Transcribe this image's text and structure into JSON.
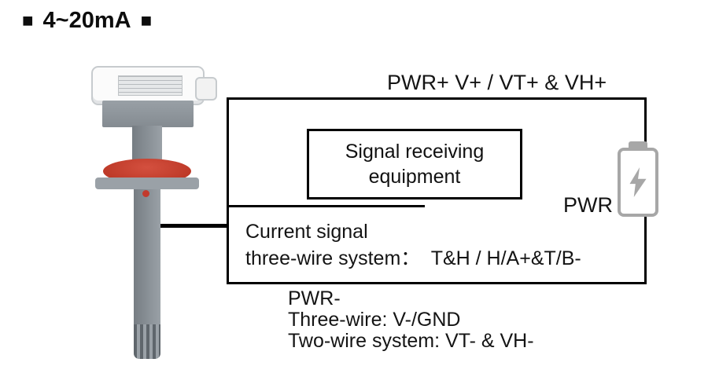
{
  "title": {
    "square": "■",
    "text": "4~20mA"
  },
  "wiring": {
    "top_wire_label": "PWR+ V+ / VT+ & VH+",
    "receiver": {
      "line1": "Signal receiving",
      "line2": "equipment"
    },
    "pwr_label": "PWR",
    "current_signal": {
      "line1": "Current signal",
      "line2": "three-wire system：  T&H / H/A+&T/B-"
    },
    "bottom": {
      "line1": "PWR-",
      "line2": "Three-wire: V-/GND",
      "line3": "Two-wire system: VT- & VH-"
    }
  },
  "colors": {
    "line": "#000000",
    "battery_gray": "#a7a7a7",
    "flange_red": "#c23a2c",
    "sensor_gray": "#8f969c"
  }
}
